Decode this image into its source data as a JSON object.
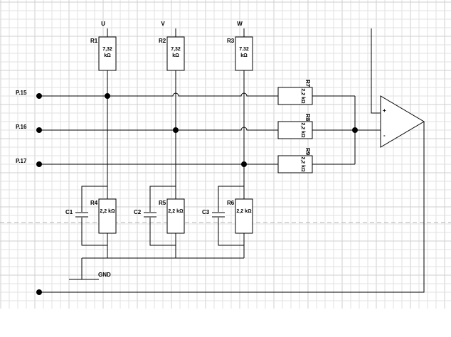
{
  "phases": [
    {
      "id": "U",
      "resistor": {
        "ref": "R1",
        "value": "7,32",
        "unit": "kΩ"
      }
    },
    {
      "id": "V",
      "resistor": {
        "ref": "R2",
        "value": "7,32",
        "unit": "kΩ"
      }
    },
    {
      "id": "W",
      "resistor": {
        "ref": "R3",
        "value": "7.32",
        "unit": "kΩ"
      }
    }
  ],
  "ports": [
    {
      "label": "P.15"
    },
    {
      "label": "P.16"
    },
    {
      "label": "P.17"
    }
  ],
  "lower_resistors": [
    {
      "ref": "R4",
      "value": "2,2 kΩ"
    },
    {
      "ref": "R5",
      "value": "2,2 kΩ"
    },
    {
      "ref": "R6",
      "value": "2,2 kΩ"
    }
  ],
  "capacitors": [
    {
      "ref": "C1"
    },
    {
      "ref": "C2"
    },
    {
      "ref": "C3"
    }
  ],
  "summing_resistors": [
    {
      "ref": "R7",
      "value": "2,2 kΩ"
    },
    {
      "ref": "R8",
      "value": "2,2 kΩ"
    },
    {
      "ref": "R9",
      "value": "2,2 kΩ"
    }
  ],
  "opamp": {
    "plus_label": "+",
    "minus_label": "-"
  },
  "ground": {
    "label": "GND"
  }
}
